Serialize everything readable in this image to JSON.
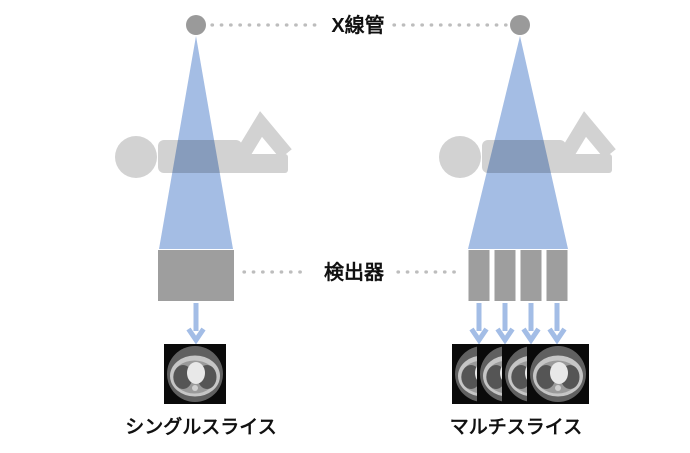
{
  "diagram": {
    "xray_tube_label": "X線管",
    "detector_label": "検出器",
    "single": {
      "caption": "シングルスライス"
    },
    "multi": {
      "caption": "マルチスライス"
    }
  },
  "icons": {
    "xray_tube": "filled-gray-circle",
    "patient": "person-lying-knees-bent-silhouette",
    "beam": "blue-cone-triangle",
    "down_arrow": "blue-chevron-down-arrow",
    "ct_slice": "axial-chest-ct-thumbnail"
  },
  "colors": {
    "bg": "#ffffff",
    "beam": "#a4bde4",
    "arrow": "#a3bde6",
    "tube-gray": "#9a9a9a",
    "detector-gray": "#9e9e9e",
    "body-gray": "#d2d2d2",
    "dot-gray": "#bdbdbd",
    "label-text": "#111111",
    "ct-bg": "#0a0a0a"
  }
}
